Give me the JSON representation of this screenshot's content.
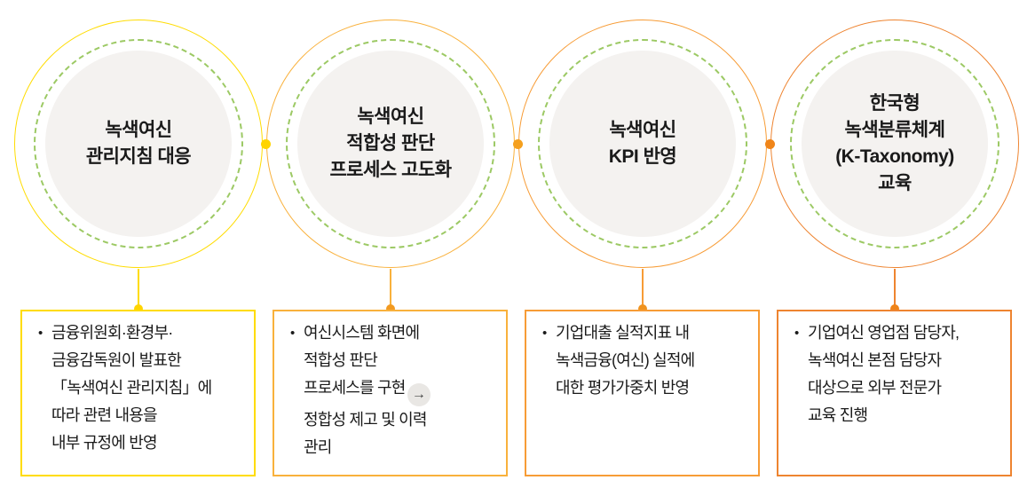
{
  "theme": {
    "background": "#ffffff",
    "text_color": "#1a1a1a",
    "dashed_ring_color": "#9cc964",
    "circle_fill": "#f4f2f0",
    "arrow_chip_bg": "#e9e7e4",
    "arrow_color": "#404040",
    "bullet_glyph": "•",
    "arrow_glyph": "→"
  },
  "steps": [
    {
      "accent": "#ffdc00",
      "dot_color": "#ffd400",
      "title_lines": [
        "녹색여신",
        "관리지침 대응"
      ],
      "desc_lines": [
        "금융위원회·환경부·",
        "금융감독원이 발표한",
        "「녹색여신 관리지침」에",
        "따라 관련 내용을",
        "내부 규정에 반영"
      ]
    },
    {
      "accent": "#f9b13c",
      "dot_color": "#f29a20",
      "title_lines": [
        "녹색여신",
        "적합성 판단",
        "프로세스 고도화"
      ],
      "desc_lines": [
        "여신시스템 화면에",
        "적합성 판단",
        "프로세스를 구현",
        "정합성 제고 및 이력",
        "관리"
      ]
    },
    {
      "accent": "#f79c36",
      "dot_color": "#f0931f",
      "title_lines": [
        "녹색여신",
        "KPI 반영"
      ],
      "desc_lines": [
        "기업대출 실적지표 내",
        "녹색금융(여신) 실적에",
        "대한 평가가중치 반영"
      ]
    },
    {
      "accent": "#ee8430",
      "dot_color": "#ef8318",
      "title_lines": [
        "한국형",
        "녹색분류체계",
        "(K-Taxonomy)",
        "교육"
      ],
      "desc_lines": [
        "기업여신 영업점 담당자,",
        "녹색여신 본점 담당자",
        "대상으로 외부 전문가",
        "교육 진행"
      ]
    }
  ],
  "inter_step_dots": [
    {
      "color": "#ffd400"
    },
    {
      "color": "#f5a01e"
    },
    {
      "color": "#f08519"
    }
  ]
}
